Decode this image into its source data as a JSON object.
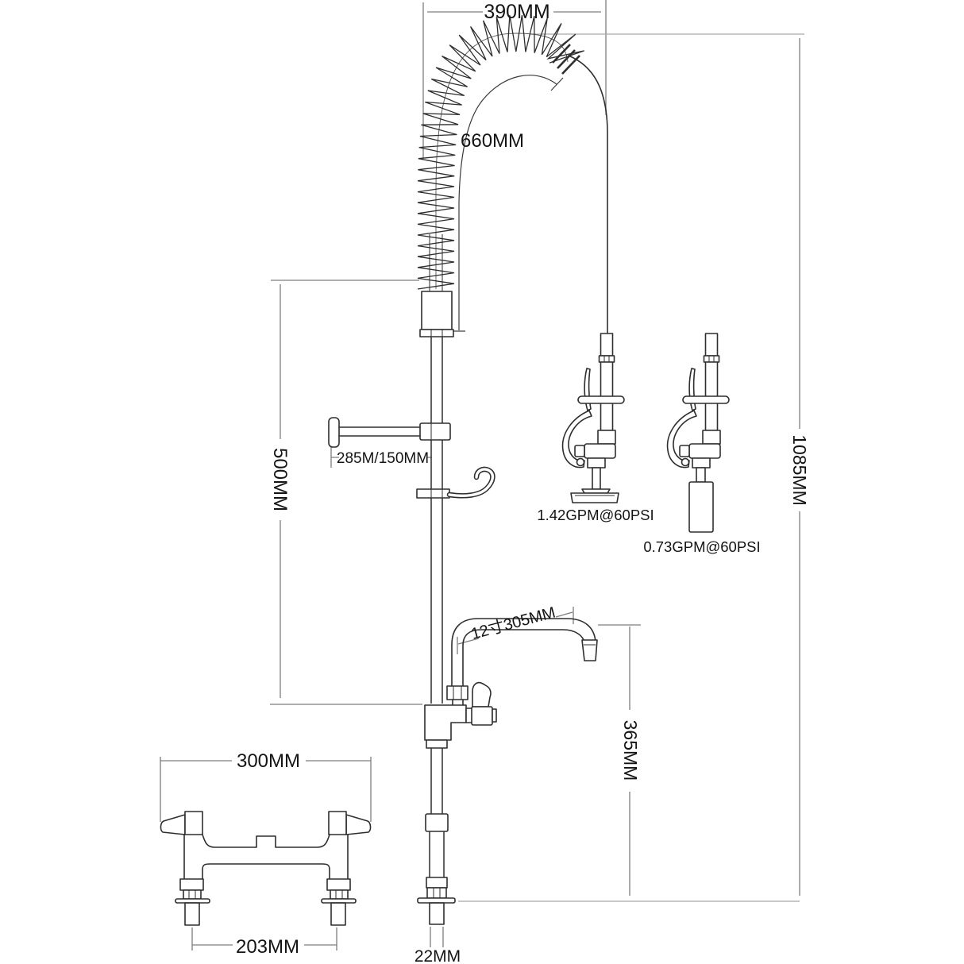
{
  "diagram": {
    "labels": {
      "hose_width": "390MM",
      "hose_length": "660MM",
      "overall_height": "1085MM",
      "riser_height": "500MM",
      "wall_bracket_reach": "285M/150MM",
      "spray_valve_flow": "1.42GPM@60PSI",
      "low_flow_valve_flow": "0.73GPM@60PSI",
      "spout_length": "12寸305MM",
      "spout_height": "365MM",
      "base_width": "300MM",
      "inlet_centers": "203MM",
      "shank_diameter": "22MM"
    },
    "colors": {
      "outline": "#2e2e2e",
      "dimension_line": "#7d7d7d",
      "reference_line": "#a6a6a6",
      "text": "#141414",
      "background": "#ffffff"
    }
  }
}
